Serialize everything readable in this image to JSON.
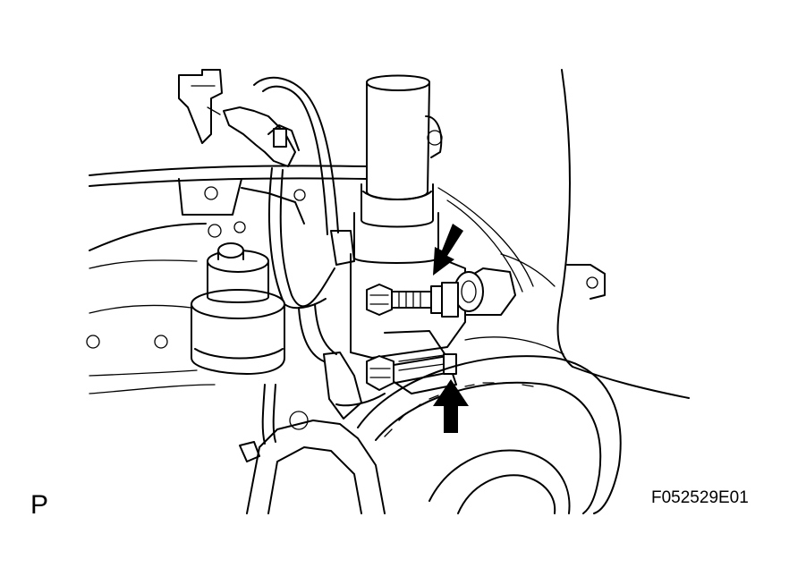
{
  "figure": {
    "view_label": "P",
    "figure_id": "F052529E01"
  },
  "colors": {
    "ink": "#000000",
    "paper": "#ffffff"
  },
  "arrows": [
    {
      "name": "upper-arrow-icon",
      "direction": "down-left"
    },
    {
      "name": "lower-arrow-icon",
      "direction": "up"
    }
  ]
}
